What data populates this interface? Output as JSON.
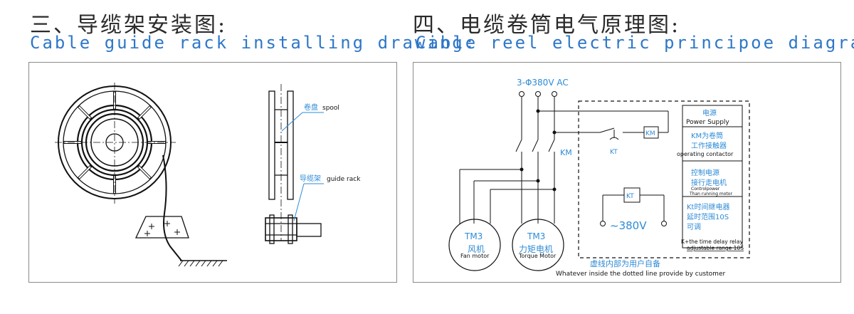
{
  "left_heading": {
    "zh": "三、导缆架安装图:",
    "en": "Cable guide rack installing drawing:"
  },
  "right_heading": {
    "zh": "四、电缆卷筒电气原理图:",
    "en": "Cable reel electric principoe diagram:"
  },
  "installing_drawing": {
    "spool_zh": "卷盘",
    "spool_en": "spool",
    "guide_zh": "导缆架",
    "guide_en": "guide rack"
  },
  "circuit": {
    "supply": "3-Φ380V  AC",
    "km_label": "KM",
    "km_box": "KM",
    "kt_contact": "KT",
    "kt_box": "KT",
    "voltage": "~380V",
    "fan_motor_code": "TM3",
    "fan_motor_zh": "风机",
    "fan_motor_en": "Fan motor",
    "torque_motor_code": "TM3",
    "torque_motor_zh": "力矩电机",
    "torque_motor_en": "Torque Motor",
    "customer_zh": "虚线内部为用户自备",
    "customer_en": "Whatever inside the dotted line provide by customer",
    "legend": [
      {
        "zh": "电源",
        "en": "Power Supply"
      },
      {
        "zh1": "KM为卷筒",
        "zh2": "工作接触器",
        "en": "operating contactor"
      },
      {
        "zh1": "控制电源",
        "zh2": "接行走电机",
        "en1": "Controlpower",
        "en2": "Than running motor"
      },
      {
        "zh1": "Kt时间继电器",
        "zh2": "延时范围10S",
        "zh3": "可调",
        "en1": "K+the time delay relay",
        "en2": "adjustable range 10S"
      }
    ]
  }
}
